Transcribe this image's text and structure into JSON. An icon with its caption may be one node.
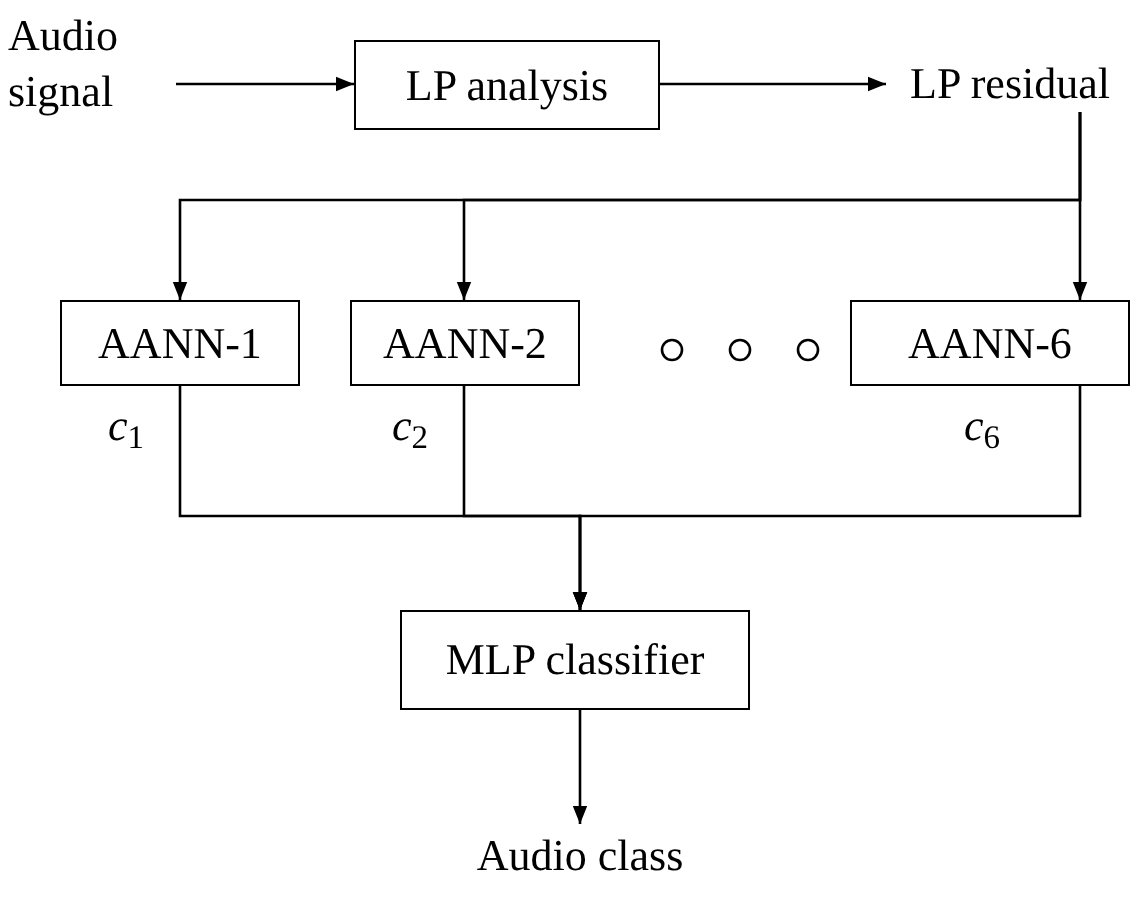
{
  "diagram": {
    "nodes": [
      {
        "text": [
          "Audio signal"
        ]
      },
      {
        "text": [
          "LP analysis"
        ]
      },
      {
        "text": [
          "LP residual"
        ]
      },
      {
        "text": [
          "AANN-1"
        ]
      },
      {
        "text": [
          "AANN-2"
        ]
      },
      {
        "text": [
          "AANN-6"
        ]
      },
      {
        "text": [
          "MLP classifier"
        ]
      },
      {
        "text": [
          "Audio class"
        ]
      }
    ],
    "edges": [
      {
        "from": 0,
        "to": 1,
        "arrow": "to"
      },
      {
        "from": 1,
        "to": 2,
        "arrow": "to"
      },
      {
        "from": 2,
        "to": 3,
        "arrow": "to"
      },
      {
        "from": 2,
        "to": 4,
        "arrow": "to"
      },
      {
        "from": 2,
        "to": 5,
        "arrow": "to"
      },
      {
        "from": 3,
        "to": 6,
        "arrow": "to",
        "label": "*c*$_{1}$"
      },
      {
        "from": 4,
        "to": 6,
        "arrow": "to",
        "label": "*c*$_{2}$"
      },
      {
        "from": 5,
        "to": 6,
        "arrow": "to",
        "label": "*c*$_{6}$"
      },
      {
        "from": 6,
        "to": 7,
        "arrow": "to"
      }
    ]
  }
}
